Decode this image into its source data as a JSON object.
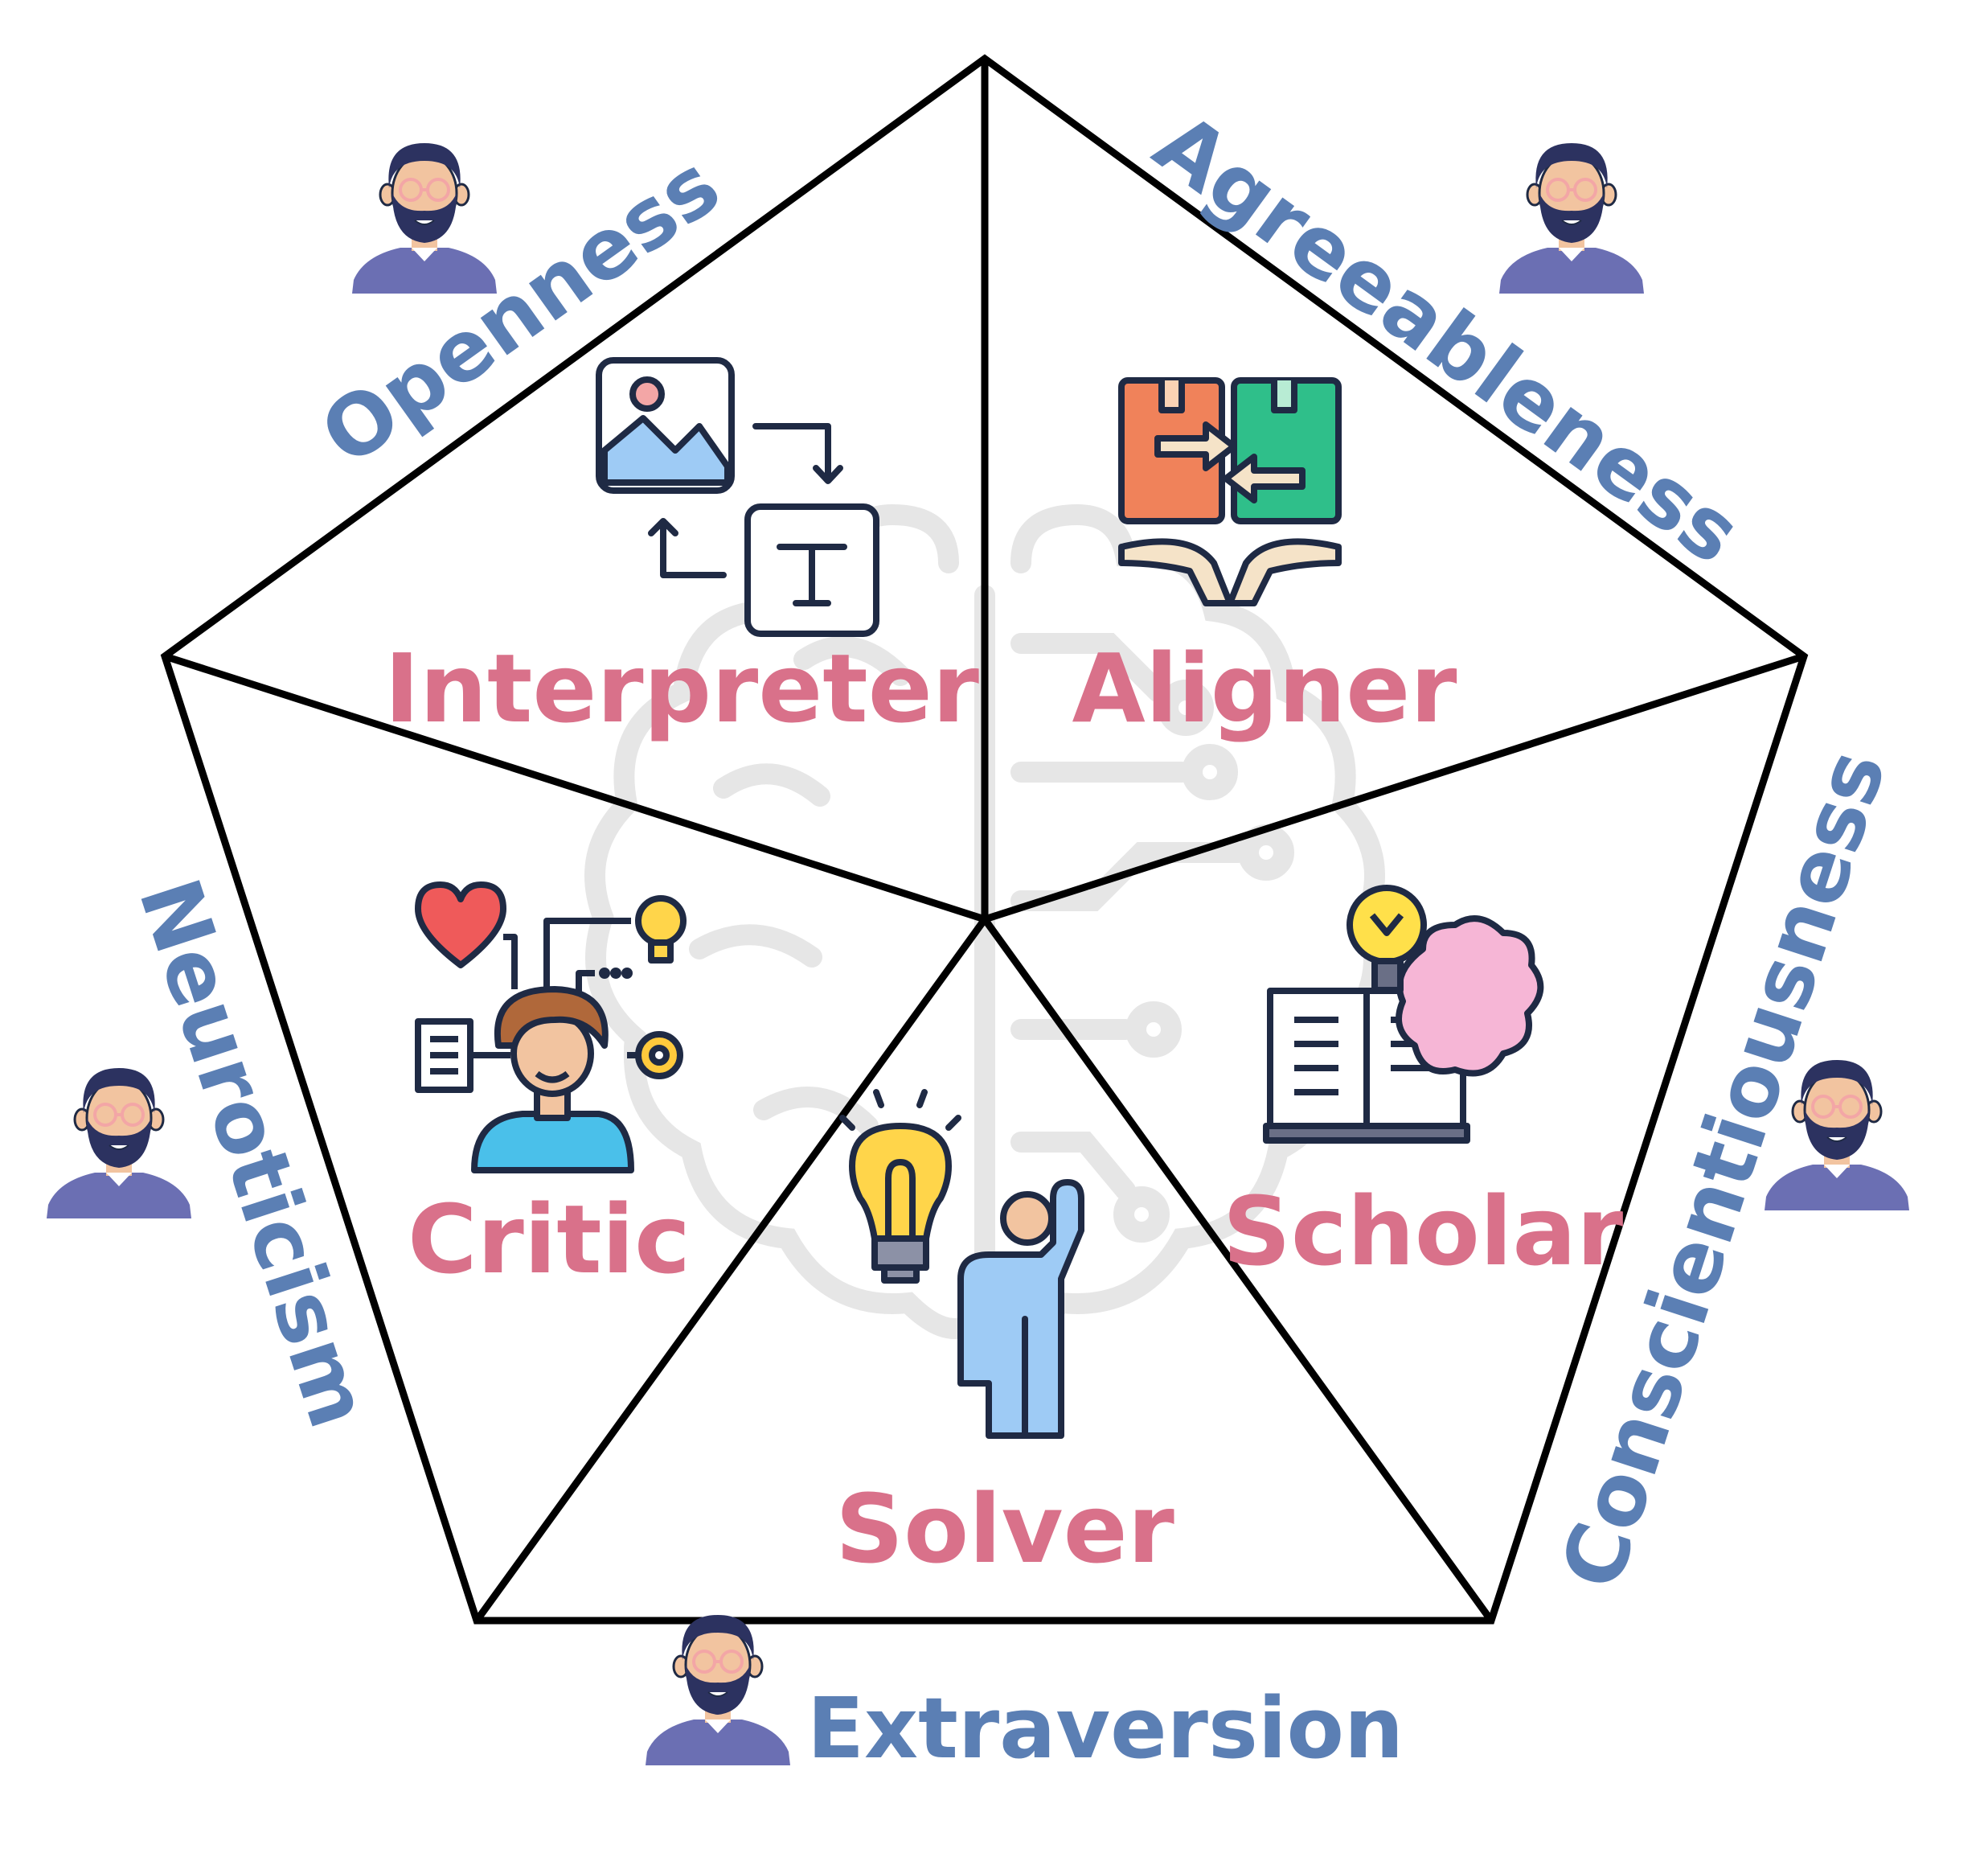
{
  "colors": {
    "role_text": "#d9718a",
    "trait_text": "#5b7fb4",
    "outline": "#000000",
    "watermark": "#e6e6e6"
  },
  "roles": {
    "interpreter": "Interpreter",
    "aligner": "Aligner",
    "critic": "Critic",
    "scholar": "Scholar",
    "solver": "Solver"
  },
  "traits": {
    "openness": "Openness",
    "agreeableness": "Agreeableness",
    "conscientiousness": "Conscientiousness",
    "extraversion": "Extraversion",
    "neuroticism": "Neuroticism"
  },
  "icons": {
    "avatar": "bearded-person-avatar-icon",
    "interpreter": "image-to-text-icon",
    "aligner": "box-exchange-icon",
    "critic": "thinking-person-icon",
    "scholar": "book-brain-icon",
    "solver": "lightbulb-person-icon",
    "background": "brain-circuit-icon"
  }
}
